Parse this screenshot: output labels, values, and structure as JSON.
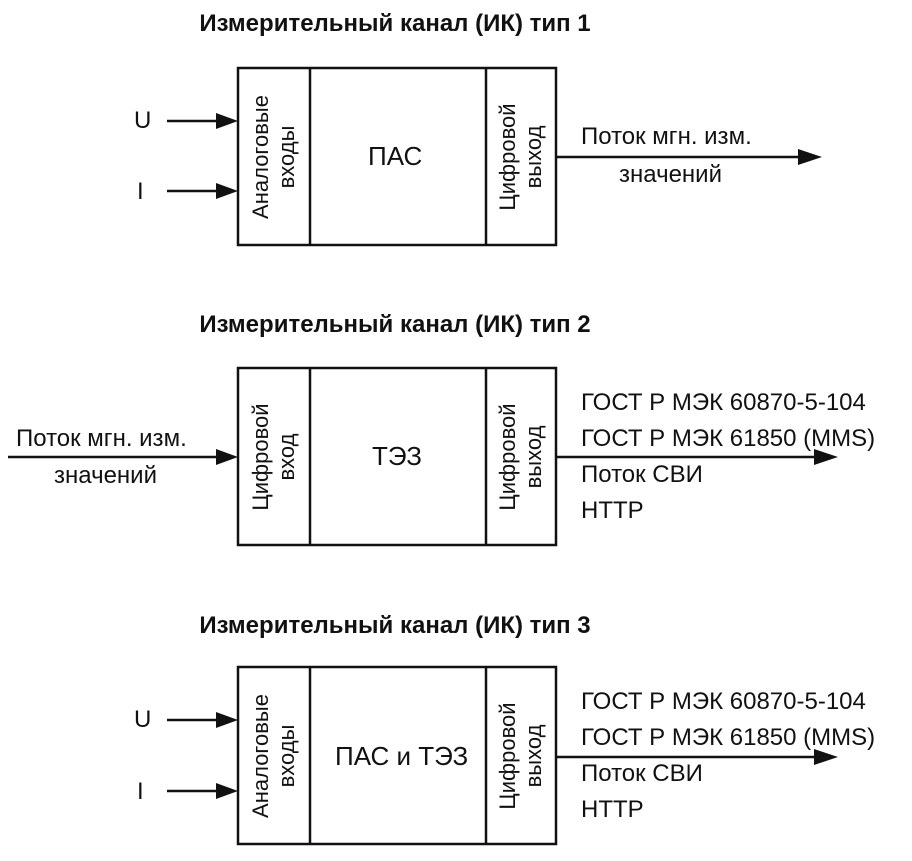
{
  "channels": [
    {
      "title": "Измерительный канал (ИК) тип 1",
      "left_label": "Аналоговые входы",
      "center_label": "ПАС",
      "right_label": "Цифровой выход",
      "inputs": [
        "U",
        "I"
      ],
      "output_lines": [
        "Поток мгн. изм.",
        "значений"
      ]
    },
    {
      "title": "Измерительный канал (ИК) тип 2",
      "left_label": "Цифровой вход",
      "center_label": "ТЭЗ",
      "right_label": "Цифровой выход",
      "input_lines": [
        "Поток мгн. изм.",
        "значений"
      ],
      "output_lines": [
        "ГОСТ Р МЭК 60870-5-104",
        "ГОСТ Р МЭК 61850 (MMS)",
        "Поток СВИ",
        "HTTP"
      ]
    },
    {
      "title": "Измерительный канал (ИК) тип 3",
      "left_label": "Аналоговые входы",
      "center_label": "ПАС и ТЭЗ",
      "right_label": "Цифровой выход",
      "inputs": [
        "U",
        "I"
      ],
      "output_lines": [
        "ГОСТ Р МЭК 60870-5-104",
        "ГОСТ Р МЭК 61850 (MMS)",
        "Поток СВИ",
        "HTTP"
      ]
    }
  ]
}
